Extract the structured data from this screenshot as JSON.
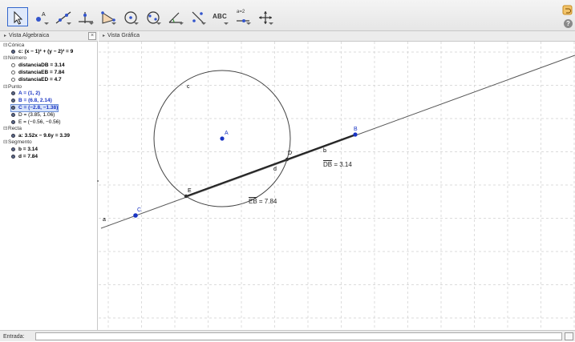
{
  "toolbar": {
    "tools": [
      {
        "name": "move-tool"
      },
      {
        "name": "point-tool"
      },
      {
        "name": "line-tool"
      },
      {
        "name": "perpendicular-tool"
      },
      {
        "name": "polygon-tool"
      },
      {
        "name": "circle-tool"
      },
      {
        "name": "ellipse-tool"
      },
      {
        "name": "angle-tool"
      },
      {
        "name": "reflect-tool"
      },
      {
        "name": "text-tool"
      },
      {
        "name": "slider-tool"
      },
      {
        "name": "move-view-tool"
      }
    ],
    "text_tool_label": "ABC",
    "slider_tool_label": "a=2",
    "help_label": "?"
  },
  "algebra_view": {
    "title": "Vista Algebraica",
    "close_label": "×",
    "categories": [
      {
        "label": "Cónica",
        "items": [
          {
            "text": "c: (x − 1)² + (y − 2)² = 9"
          }
        ]
      },
      {
        "label": "Número",
        "items": [
          {
            "text": "distanciaDB = 3.14"
          },
          {
            "text": "distanciaEB = 7.84"
          },
          {
            "text": "distanciaED = 4.7"
          }
        ]
      },
      {
        "label": "Punto",
        "items": [
          {
            "text": "A = (1, 2)"
          },
          {
            "text": "B = (6.8, 2.14)"
          },
          {
            "text": "C = (−2.8, −1.38)"
          },
          {
            "text": "D = (3.85, 1.06)"
          },
          {
            "text": "E = (−0.56, −0.56)"
          }
        ]
      },
      {
        "label": "Recta",
        "items": [
          {
            "text": "a: 3.52x − 9.6y = 3.39"
          }
        ]
      },
      {
        "label": "Segmento",
        "items": [
          {
            "text": "b = 3.14"
          },
          {
            "text": "d = 7.84"
          }
        ]
      }
    ]
  },
  "graphics_view": {
    "title": "Vista Gráfica",
    "labels": {
      "c": "c",
      "A": "A",
      "B": "B",
      "C": "C",
      "D": "D",
      "E": "E",
      "a": "a",
      "b": "b",
      "d": "d"
    },
    "measures": {
      "db": {
        "name": "DB",
        "value": " = 3.14"
      },
      "eb": {
        "name": "EB",
        "value": " = 7.84"
      }
    },
    "colors": {
      "point": "#1a35c4",
      "grid": "#cfcfcf",
      "line": "#555555"
    }
  },
  "input_bar": {
    "label": "Entrada:"
  }
}
